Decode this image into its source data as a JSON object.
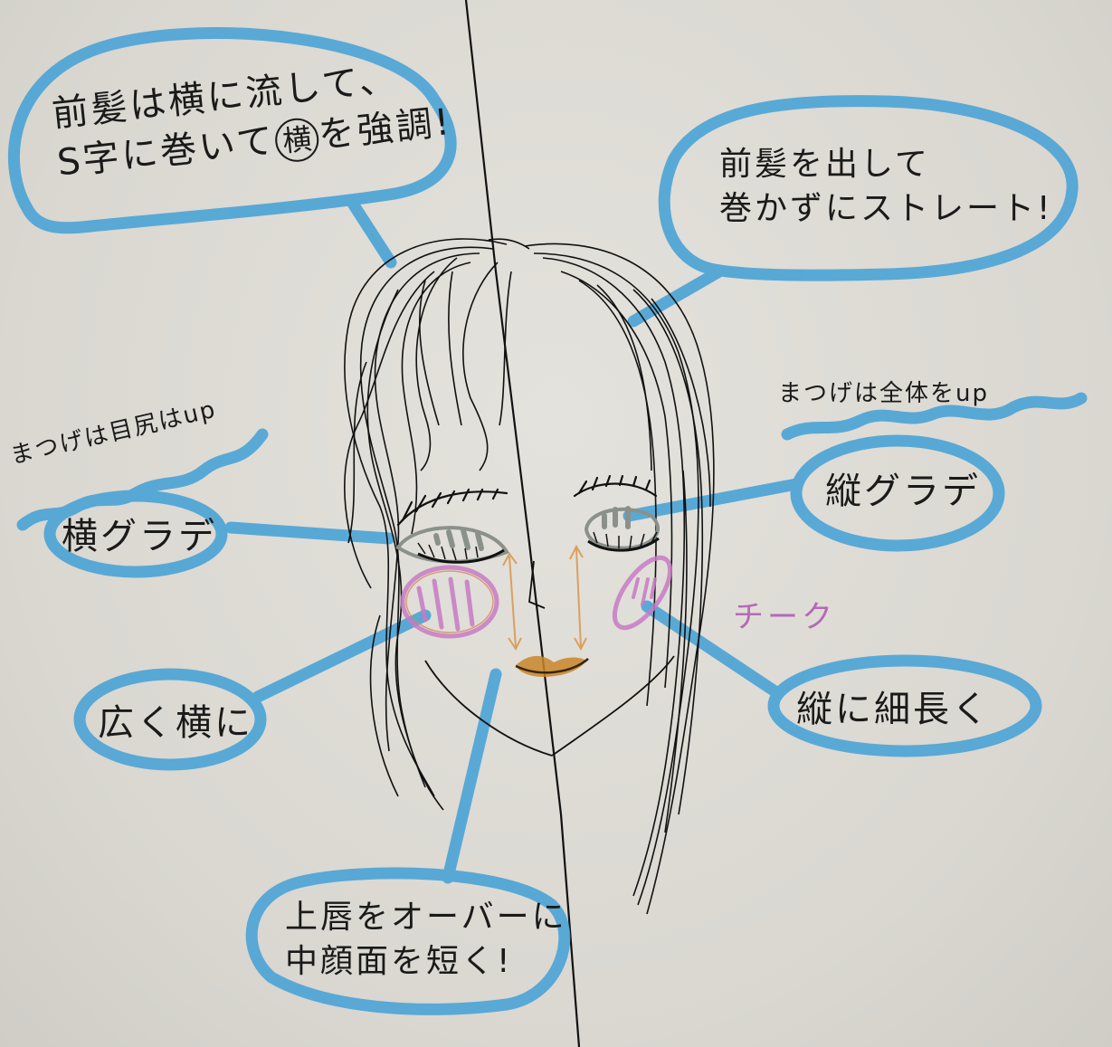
{
  "diagram": {
    "title": "",
    "colors": {
      "paper": "#dcdad3",
      "callout_blue": "#4aa3d6",
      "ink": "#1a1a1a",
      "cheek_pink": "#c77bc4",
      "cheek_orange": "#d98a5a",
      "eyeshadow_gray": "#8a918a",
      "lip_orange": "#c8862a",
      "arrow_orange": "#d9a060"
    },
    "left_side": {
      "bangs_callout": {
        "line1": "前髪は横に流して、",
        "line2_prefix": "S字に巻いて",
        "line2_circled": "横",
        "line2_suffix": "を強調!"
      },
      "lashes_note": "まつげは目尻はup",
      "eyeshadow_callout": "横グラデ",
      "cheek_callout": "広く横に"
    },
    "right_side": {
      "bangs_callout": {
        "line1": "前髪を出して",
        "line2": "巻かずにストレート!"
      },
      "lashes_note": "まつげは全体をup",
      "eyeshadow_callout": "縦グラデ",
      "cheek_label": "チーク",
      "cheek_callout": "縦に細長く"
    },
    "center": {
      "lip_callout": {
        "line1": "上唇をオーバーに",
        "line2": "中顔面を短く!"
      }
    }
  }
}
